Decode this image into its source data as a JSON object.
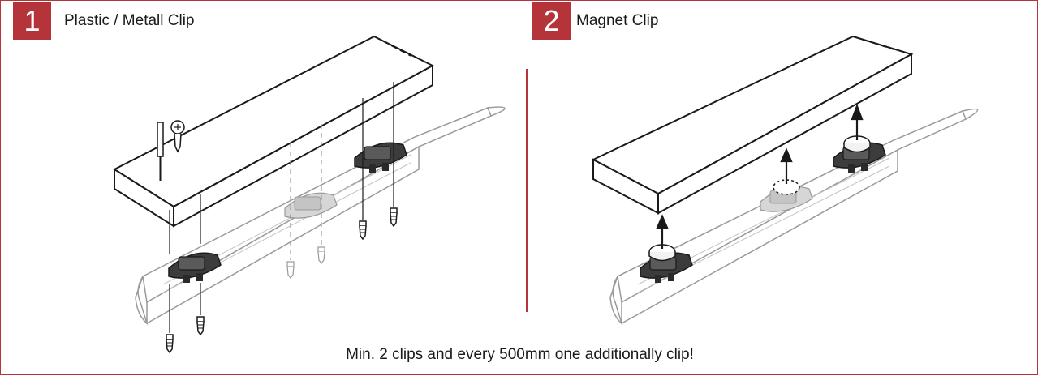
{
  "panels": [
    {
      "number": "1",
      "title": "Plastic /  Metall Clip"
    },
    {
      "number": "2",
      "title": "Magnet Clip"
    }
  ],
  "footer": {
    "note": "Min. 2 clips and every 500mm one additionally clip!"
  },
  "colors": {
    "accent": "#b5343a",
    "line": "#1a1a1a",
    "ghost": "#9a9a9a",
    "clip": "#3c3c3c"
  }
}
